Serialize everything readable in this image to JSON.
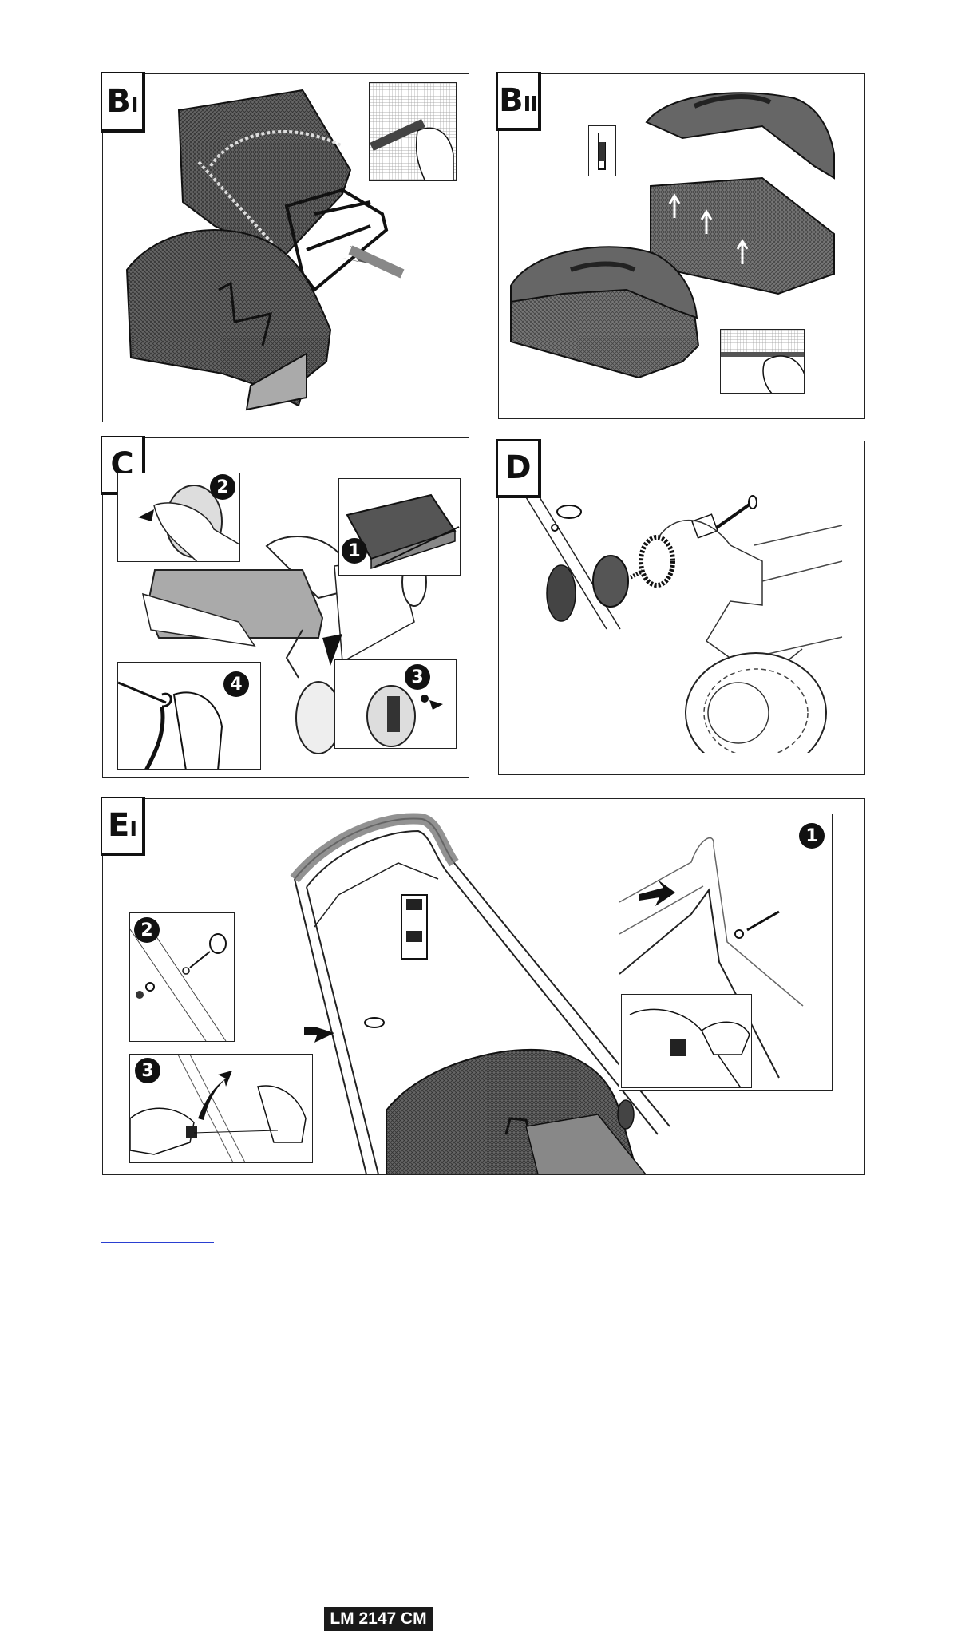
{
  "panels": {
    "b1": {
      "label_main": "B",
      "label_sub": "I"
    },
    "b2": {
      "label_main": "B",
      "label_sub": "II"
    },
    "c": {
      "label_main": "C",
      "callouts": [
        "2",
        "1",
        "4",
        "3"
      ]
    },
    "d": {
      "label_main": "D"
    },
    "e1": {
      "label_main": "E",
      "label_sub": "I",
      "model": "LM 2147 CM",
      "callouts": [
        "1",
        "2",
        "3"
      ]
    }
  },
  "colors": {
    "ink": "#111111",
    "line": "#222222",
    "mesh": "#555555",
    "shade": "#777777",
    "footer_link": "#2a3fd1"
  },
  "icons": [
    "grass-catcher-icon",
    "mesh-bag-icon",
    "wheel-icon",
    "handle-icon",
    "bolt-icon",
    "wing-nut-icon",
    "hand-icon",
    "arrow-icon",
    "cable-icon",
    "switch-icon"
  ]
}
